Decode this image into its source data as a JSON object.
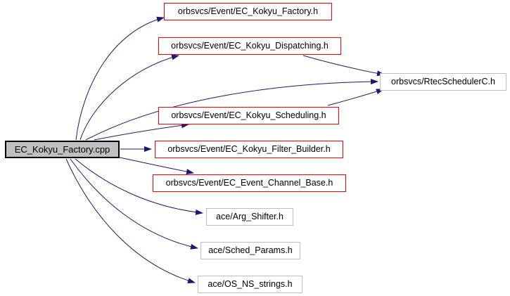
{
  "diagram_type": "include-dependency-graph",
  "colors": {
    "background": "#ffffff",
    "edge": "#191970",
    "linked_node_border": "#ff0000",
    "plain_node_border": "#bdbdbd",
    "source_node_fill": "#c0c0c0",
    "source_node_border": "#000000",
    "text": "#000000"
  },
  "nodes": [
    {
      "id": "ec-kokyu-factory-cpp",
      "label": "EC_Kokyu_Factory.cpp",
      "kind": "source"
    },
    {
      "id": "ec-kokyu-factory-h",
      "label": "orbsvcs/Event/EC_Kokyu_Factory.h",
      "kind": "linked"
    },
    {
      "id": "ec-kokyu-dispatching-h",
      "label": "orbsvcs/Event/EC_Kokyu_Dispatching.h",
      "kind": "linked"
    },
    {
      "id": "rtec-scheduler-c-h",
      "label": "orbsvcs/RtecSchedulerC.h",
      "kind": "plain"
    },
    {
      "id": "ec-kokyu-scheduling-h",
      "label": "orbsvcs/Event/EC_Kokyu_Scheduling.h",
      "kind": "linked"
    },
    {
      "id": "ec-kokyu-filter-builder-h",
      "label": "orbsvcs/Event/EC_Kokyu_Filter_Builder.h",
      "kind": "linked"
    },
    {
      "id": "ec-event-channel-base-h",
      "label": "orbsvcs/Event/EC_Event_Channel_Base.h",
      "kind": "linked"
    },
    {
      "id": "ace-arg-shifter-h",
      "label": "ace/Arg_Shifter.h",
      "kind": "plain"
    },
    {
      "id": "ace-sched-params-h",
      "label": "ace/Sched_Params.h",
      "kind": "plain"
    },
    {
      "id": "ace-os-ns-strings-h",
      "label": "ace/OS_NS_strings.h",
      "kind": "plain"
    }
  ],
  "edges": [
    {
      "from": "ec-kokyu-factory-cpp",
      "to": "ec-kokyu-factory-h"
    },
    {
      "from": "ec-kokyu-factory-cpp",
      "to": "ec-kokyu-dispatching-h"
    },
    {
      "from": "ec-kokyu-factory-cpp",
      "to": "rtec-scheduler-c-h"
    },
    {
      "from": "ec-kokyu-factory-cpp",
      "to": "ec-kokyu-scheduling-h"
    },
    {
      "from": "ec-kokyu-factory-cpp",
      "to": "ec-kokyu-filter-builder-h"
    },
    {
      "from": "ec-kokyu-factory-cpp",
      "to": "ec-event-channel-base-h"
    },
    {
      "from": "ec-kokyu-factory-cpp",
      "to": "ace-arg-shifter-h"
    },
    {
      "from": "ec-kokyu-factory-cpp",
      "to": "ace-sched-params-h"
    },
    {
      "from": "ec-kokyu-factory-cpp",
      "to": "ace-os-ns-strings-h"
    },
    {
      "from": "ec-kokyu-dispatching-h",
      "to": "rtec-scheduler-c-h"
    },
    {
      "from": "ec-kokyu-scheduling-h",
      "to": "rtec-scheduler-c-h"
    }
  ]
}
